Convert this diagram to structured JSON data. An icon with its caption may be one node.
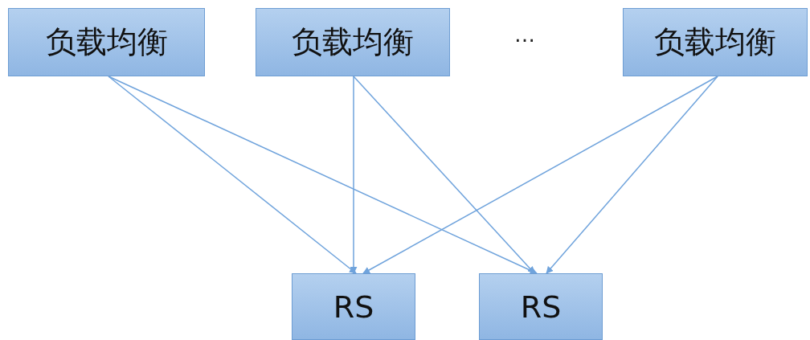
{
  "diagram": {
    "nodes": [
      {
        "text": [
          "负载均衡"
        ]
      },
      {
        "text": [
          "负载均衡"
        ]
      },
      {
        "text": [
          "负载均衡"
        ]
      },
      {
        "text": [
          "RS"
        ]
      },
      {
        "text": [
          "RS"
        ]
      }
    ],
    "edges": [
      {
        "from": 0,
        "to": 3,
        "arrow": "to"
      },
      {
        "from": 0,
        "to": 4,
        "arrow": "to"
      },
      {
        "from": 1,
        "to": 3,
        "arrow": "to"
      },
      {
        "from": 1,
        "to": 4,
        "arrow": "to"
      },
      {
        "from": 2,
        "to": 3,
        "arrow": "to"
      },
      {
        "from": 2,
        "to": 4,
        "arrow": "to"
      }
    ],
    "labels": [
      "…"
    ]
  }
}
